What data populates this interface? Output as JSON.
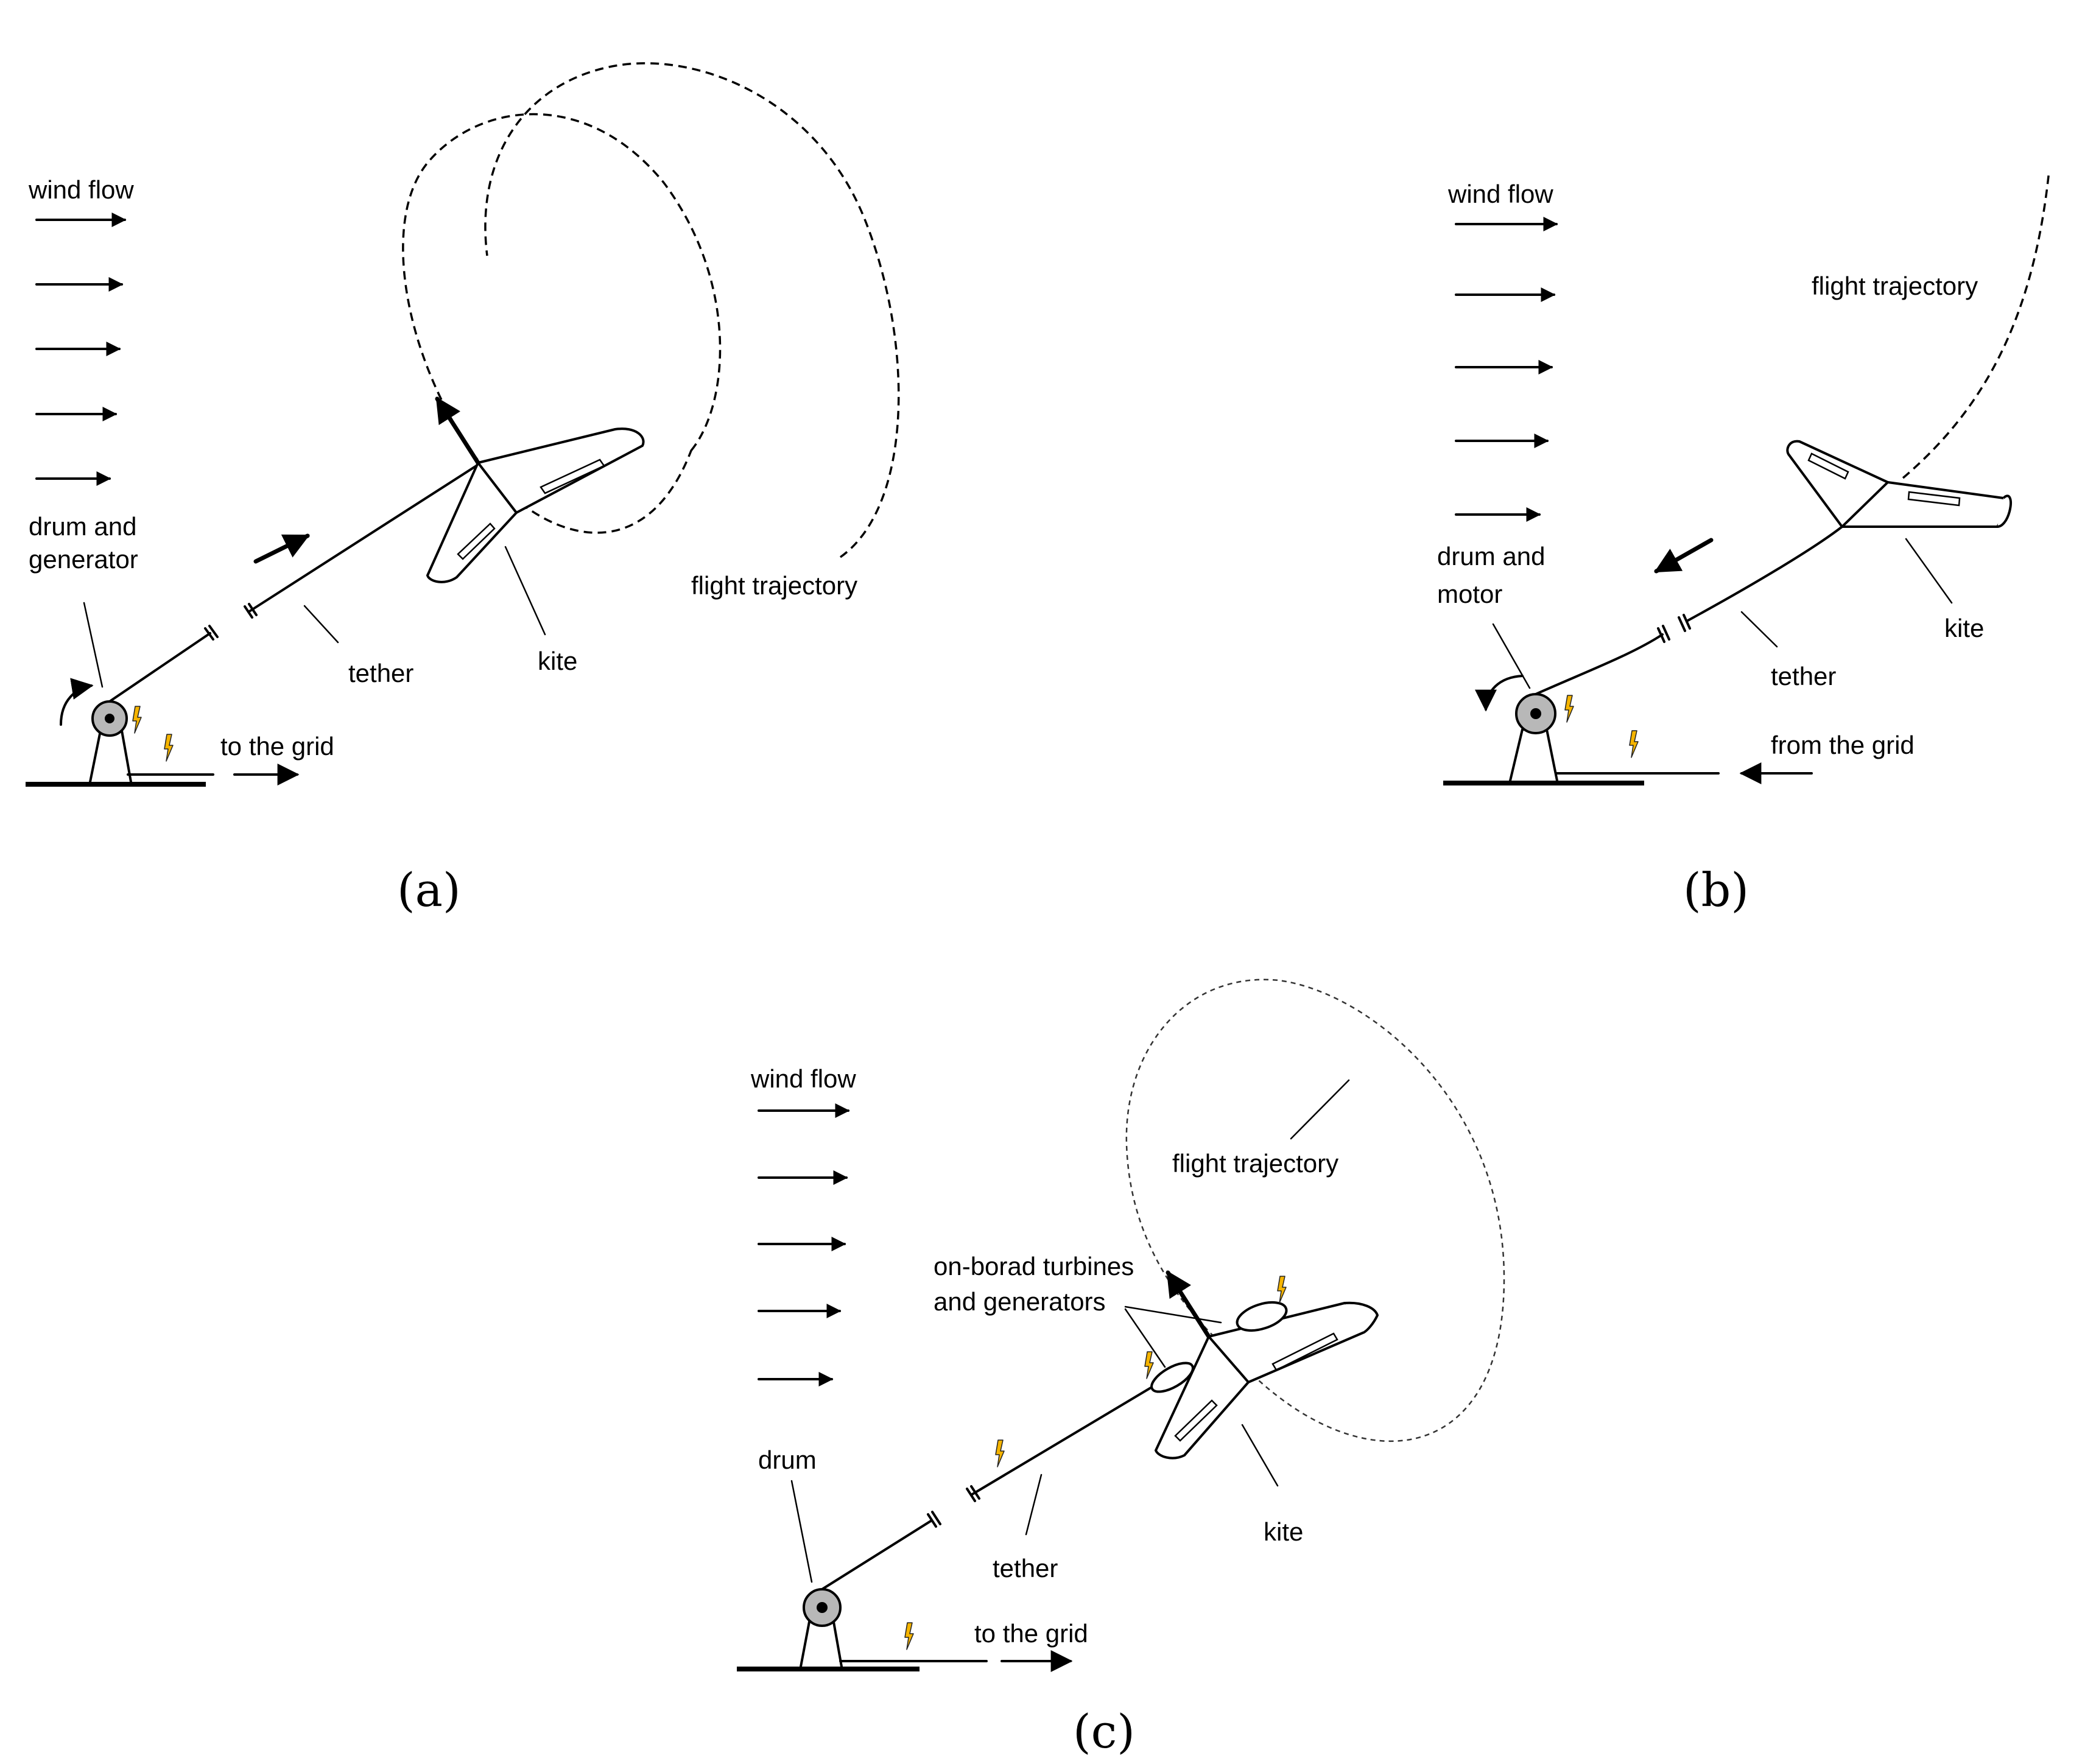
{
  "panels": {
    "a": {
      "caption": "a",
      "wind_label": "wind flow",
      "drum_label_line1": "drum and",
      "drum_label_line2": "generator",
      "tether_label": "tether",
      "kite_label": "kite",
      "trajectory_label": "flight trajectory",
      "grid_label": "to the grid"
    },
    "b": {
      "caption": "b",
      "wind_label": "wind flow",
      "drum_label_line1": "drum and",
      "drum_label_line2": "motor",
      "tether_label": "tether",
      "kite_label": "kite",
      "trajectory_label": "flight trajectory",
      "grid_label": "from the grid"
    },
    "c": {
      "caption": "c",
      "wind_label": "wind flow",
      "drum_label": "drum",
      "turbines_label_line1": "on-borad turbines",
      "turbines_label_line2": "and generators",
      "tether_label": "tether",
      "kite_label": "kite",
      "trajectory_label": "flight trajectory",
      "grid_label": "to the grid"
    }
  },
  "colors": {
    "drum_fill": "#b8b8b8",
    "bolt_fill": "#f5b400",
    "line": "#000000",
    "background": "#ffffff"
  },
  "icons": [
    "lightning-bolt-icon",
    "rotation-arrow-icon",
    "wind-arrow-icon"
  ]
}
